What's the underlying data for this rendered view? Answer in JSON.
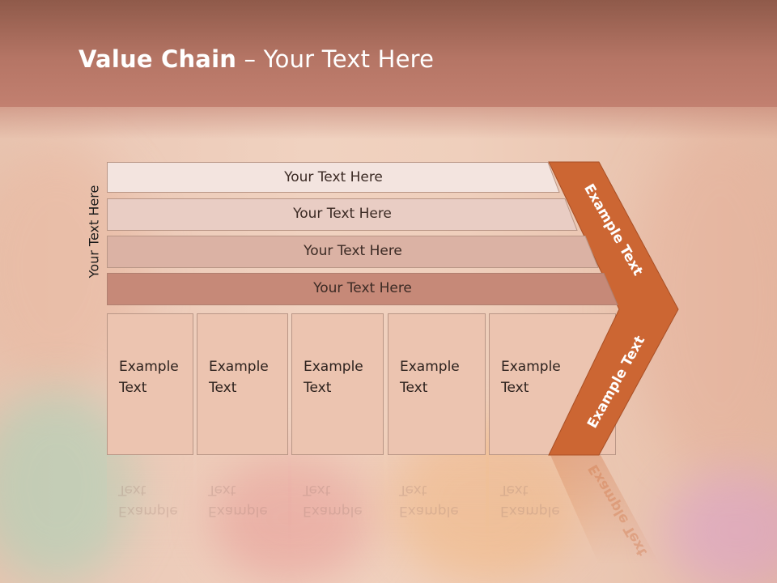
{
  "slide": {
    "title_bold": "Value Chain",
    "title_rest": " – Your Text Here"
  },
  "side_label": "Your Text Here",
  "rows": [
    {
      "label": "Your Text Here",
      "fill": "#f3e4df"
    },
    {
      "label": "Your Text Here",
      "fill": "#e9cdc4"
    },
    {
      "label": "Your Text Here",
      "fill": "#dbb2a4"
    },
    {
      "label": "Your Text Here",
      "fill": "#c68978"
    }
  ],
  "boxes": [
    {
      "line1": "Example",
      "line2": "Text"
    },
    {
      "line1": "Example",
      "line2": "Text"
    },
    {
      "line1": "Example",
      "line2": "Text"
    },
    {
      "line1": "Example",
      "line2": "Text"
    },
    {
      "line1": "Example",
      "line2": "Text"
    }
  ],
  "chevron": {
    "upper_label": "Example Text",
    "lower_label": "Example Text",
    "color": "#cc6633"
  }
}
